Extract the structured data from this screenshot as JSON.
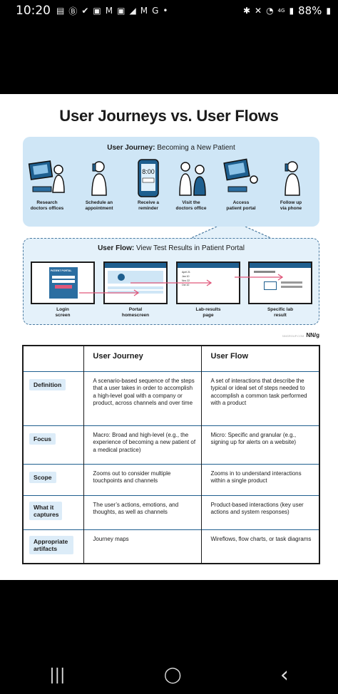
{
  "status": {
    "time": "10:20",
    "battery": "88%",
    "network": "4G",
    "left_icons": [
      "sim-icon",
      "b-icon",
      "check-icon",
      "linkedin-icon",
      "gmail-icon",
      "linkedin-icon",
      "chart-icon",
      "gmail-icon",
      "google-icon",
      "dot-icon"
    ],
    "right_icons": [
      "bluetooth-icon",
      "mute-icon",
      "wifi-icon",
      "signal-icon"
    ]
  },
  "image": {
    "title": "User Journeys vs. User Flows",
    "journey": {
      "heading_bold": "User Journey:",
      "heading_rest": " Becoming a New Patient",
      "steps": [
        {
          "l1": "Research",
          "l2": "doctors offices"
        },
        {
          "l1": "Schedule an",
          "l2": "appointment"
        },
        {
          "l1": "Receive a",
          "l2": "reminder"
        },
        {
          "l1": "Visit the",
          "l2": "doctors office"
        },
        {
          "l1": "Access",
          "l2": "patient portal"
        },
        {
          "l1": "Follow up",
          "l2": "via phone"
        }
      ],
      "clock_time": "8:00"
    },
    "flow": {
      "heading_bold": "User Flow:",
      "heading_rest": " View Test Results in Patient Portal",
      "screens": [
        {
          "l1": "Login",
          "l2": "screen"
        },
        {
          "l1": "Portal",
          "l2": "homescreen"
        },
        {
          "l1": "Lab-results",
          "l2": "page"
        },
        {
          "l1": "Specific lab",
          "l2": "result"
        }
      ],
      "portal_label": "PATIENT PORTAL",
      "dates": [
        "April 21",
        "Jan 10",
        "Nov 22",
        "Oct 10"
      ]
    },
    "brand": "NN/g",
    "brand_source": "NNGROUP.COM",
    "table": {
      "headers": [
        "",
        "User Journey",
        "User Flow"
      ],
      "rows": [
        {
          "label": "Definition",
          "journey": "A scenario-based sequence of the steps that a user takes in order to accomplish a high-level goal with a company or product, across channels and over time",
          "flow": "A set of interactions that describe the typical or ideal set of steps needed to accomplish a common task performed with a product"
        },
        {
          "label": "Focus",
          "journey": "Macro: Broad and high-level (e.g., the experience of becoming a new patient of a medical practice)",
          "flow": "Micro: Specific and granular (e.g., signing up for alerts on a website)"
        },
        {
          "label": "Scope",
          "journey": "Zooms out to consider multiple touchpoints and channels",
          "flow": "Zooms in to understand interactions within a single product"
        },
        {
          "label": "What it captures",
          "journey": "The user’s actions, emotions, and thoughts, as well as channels",
          "flow": "Product-based interactions (key user actions and system responses)"
        },
        {
          "label": "Appropriate artifacts",
          "journey": "Journey maps",
          "flow": "Wireflows, flow charts, or task diagrams"
        }
      ]
    }
  },
  "nav": {
    "recent": "|||",
    "home": "◯",
    "back": "‹"
  },
  "colors": {
    "accent_blue": "#1e5f8f",
    "light_blue": "#cfe6f6",
    "pink": "#e0577a"
  }
}
